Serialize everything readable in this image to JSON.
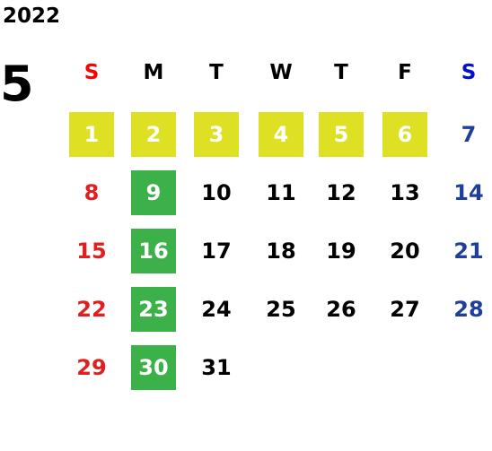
{
  "year": "2022",
  "month": "5",
  "colors": {
    "sunday": "#e02020",
    "sunday_header": "#ff0000",
    "saturday": "#1f3f99",
    "saturday_header": "#0010d0",
    "weekday": "#000000",
    "holiday_bg": "#dde023",
    "holiday_fg": "#ffffff",
    "monday_bg": "#3cb14a",
    "monday_fg": "#ffffff"
  },
  "weekdays": [
    "S",
    "M",
    "T",
    "W",
    "T",
    "F",
    "S"
  ],
  "weeks": [
    [
      {
        "day": "1",
        "highlight": "holiday"
      },
      {
        "day": "2",
        "highlight": "holiday"
      },
      {
        "day": "3",
        "highlight": "holiday"
      },
      {
        "day": "4",
        "highlight": "holiday"
      },
      {
        "day": "5",
        "highlight": "holiday"
      },
      {
        "day": "6",
        "highlight": "holiday"
      },
      {
        "day": "7",
        "highlight": ""
      }
    ],
    [
      {
        "day": "8",
        "highlight": ""
      },
      {
        "day": "9",
        "highlight": "green"
      },
      {
        "day": "10",
        "highlight": ""
      },
      {
        "day": "11",
        "highlight": ""
      },
      {
        "day": "12",
        "highlight": ""
      },
      {
        "day": "13",
        "highlight": ""
      },
      {
        "day": "14",
        "highlight": ""
      }
    ],
    [
      {
        "day": "15",
        "highlight": ""
      },
      {
        "day": "16",
        "highlight": "green"
      },
      {
        "day": "17",
        "highlight": ""
      },
      {
        "day": "18",
        "highlight": ""
      },
      {
        "day": "19",
        "highlight": ""
      },
      {
        "day": "20",
        "highlight": ""
      },
      {
        "day": "21",
        "highlight": ""
      }
    ],
    [
      {
        "day": "22",
        "highlight": ""
      },
      {
        "day": "23",
        "highlight": "green"
      },
      {
        "day": "24",
        "highlight": ""
      },
      {
        "day": "25",
        "highlight": ""
      },
      {
        "day": "26",
        "highlight": ""
      },
      {
        "day": "27",
        "highlight": ""
      },
      {
        "day": "28",
        "highlight": ""
      }
    ],
    [
      {
        "day": "29",
        "highlight": ""
      },
      {
        "day": "30",
        "highlight": "green"
      },
      {
        "day": "31",
        "highlight": ""
      },
      {
        "day": "",
        "highlight": ""
      },
      {
        "day": "",
        "highlight": ""
      },
      {
        "day": "",
        "highlight": ""
      },
      {
        "day": "",
        "highlight": ""
      }
    ]
  ]
}
